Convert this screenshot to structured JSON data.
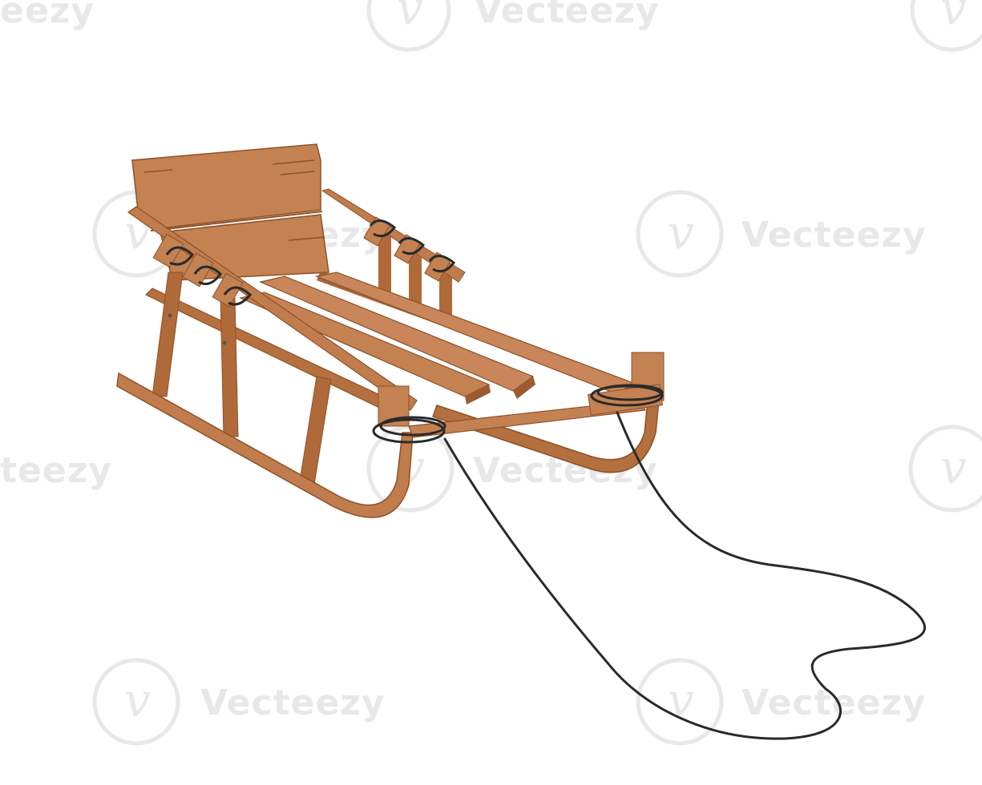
{
  "image": {
    "background": "#ffffff",
    "subject": "wooden-sled-with-pull-rope"
  },
  "watermark": {
    "text": "Vecteezy",
    "logo_glyph": "v",
    "color": "#d8d8d8"
  },
  "colors": {
    "wood_light": "#c8865a",
    "wood_mid": "#b5703f",
    "wood_dark": "#8e5128",
    "wood_edge": "#7a4420",
    "rope": "#2a2a2a"
  }
}
